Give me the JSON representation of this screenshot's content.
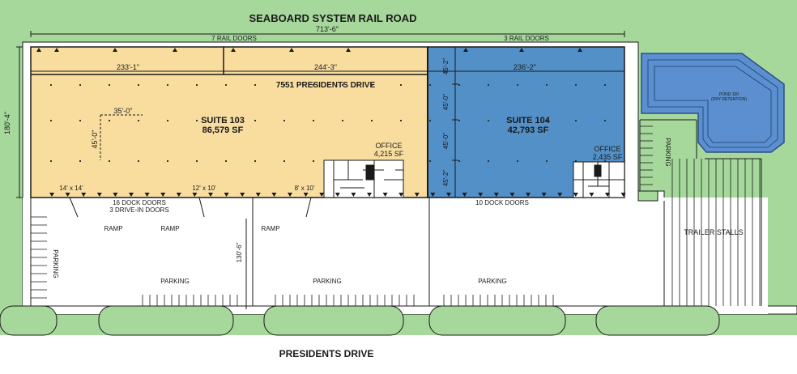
{
  "labels": {
    "rail_road": "SEABOARD SYSTEM RAIL ROAD",
    "street": "PRESIDENTS DRIVE",
    "overall_width": "713'-6\"",
    "overall_depth": "180'-4\"",
    "rail_doors_left": "7 RAIL DOORS",
    "rail_doors_right": "3 RAIL DOORS",
    "dim_a": "233'-1\"",
    "dim_b": "244'-3\"",
    "dim_c": "236'-2\"",
    "address": "7551 PRESIDENTS DRIVE",
    "bay_width": "35'-0\"",
    "bay_depth": "45'-0\"",
    "bay_45_2_top": "45'-2\"",
    "bay_45_0_a": "45'-0\"",
    "bay_45_0_b": "45'-0\"",
    "bay_45_2_bottom": "45'-2\"",
    "door_14": "14' x 14'",
    "door_12": "12' x 10'",
    "door_8": "8' x 10'",
    "dock_left_1": "16 DOCK DOORS",
    "dock_left_2": "3 DRIVE-IN DOORS",
    "dock_right": "10 DOCK DOORS",
    "ramp_1": "RAMP",
    "ramp_2": "RAMP",
    "ramp_3": "RAMP",
    "truck_court": "130'-6\"",
    "parking_side": "PARKING",
    "parking_1": "PARKING",
    "parking_2": "PARKING",
    "parking_3": "PARKING",
    "parking_east": "PARKING",
    "trailer_stalls": "TRAILER STALLS",
    "pond_1": "POND 100",
    "pond_2": "(DRY RETENTION)"
  },
  "suites": [
    {
      "name": "SUITE 103",
      "area": "86,579 SF",
      "office_label": "OFFICE",
      "office_area": "4,215 SF",
      "color": "#f8dd9f"
    },
    {
      "name": "SUITE 104",
      "area": "42,793 SF",
      "office_label": "OFFICE",
      "office_area": "2,435 SF",
      "color": "#5390c8"
    }
  ],
  "colors": {
    "grass": "#a6d89c",
    "pond": "#5b8fd0",
    "line": "#1a1a1a"
  }
}
